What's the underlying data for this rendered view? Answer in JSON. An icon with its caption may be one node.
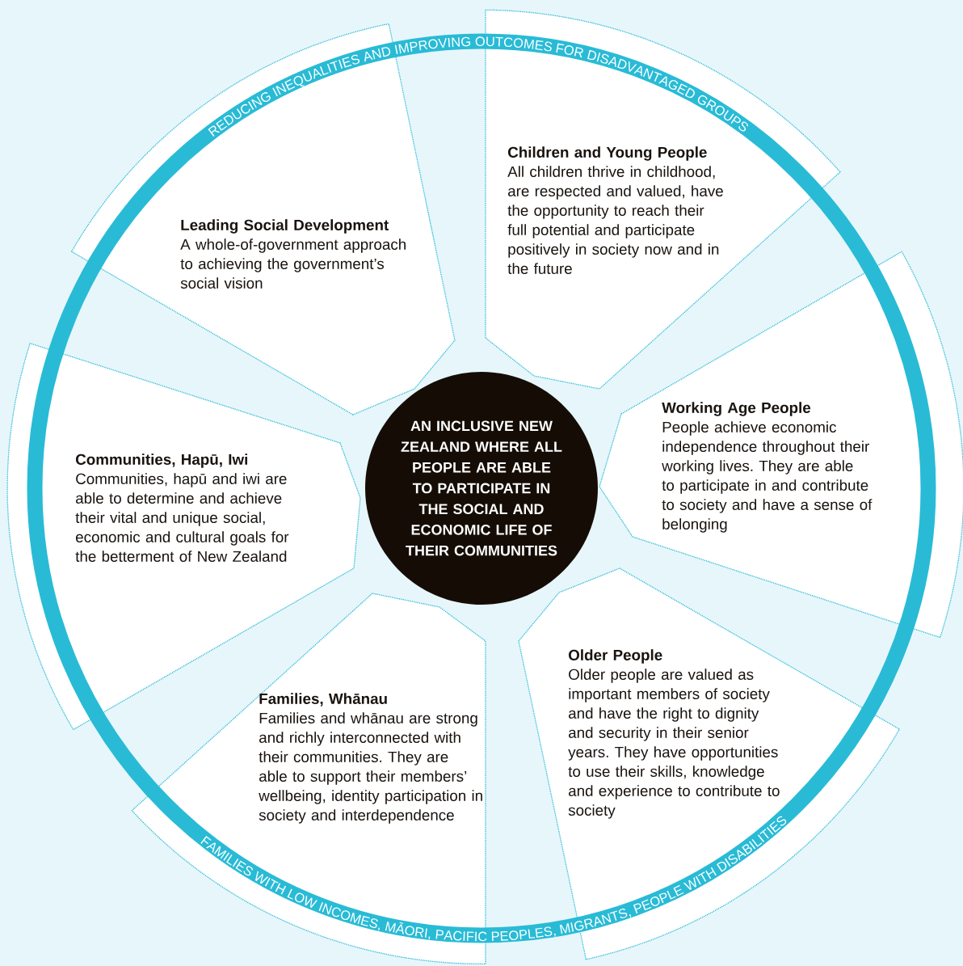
{
  "diagram": {
    "nodes": [
      {
        "text": [
          "Children and Young People",
          "All children thrive in childhood, are respected and valued, have the opportunity to reach their full potential and participate positively in society now and in the future"
        ]
      },
      {
        "text": [
          "Leading Social Development",
          "A whole-of-government approach to achieving the government’s social vision"
        ]
      },
      {
        "text": [
          "AN INCLUSIVE NEW ZEALAND WHERE ALL PEOPLE ARE ABLE TO PARTICIPATE IN THE SOCIAL AND ECONOMIC LIFE OF THEIR COMMUNITIES"
        ]
      },
      {
        "text": [
          "Working Age People",
          "People achieve economic independence throughout their working lives. They are able to participate in and contribute to society and have a sense of belonging"
        ]
      },
      {
        "text": [
          "Communities, Hapū, Iwi",
          "Communities, hapū and iwi are able to determine and achieve their vital and unique social, economic and cultural goals for the betterment of New Zealand"
        ]
      },
      {
        "text": [
          "Older People",
          "Older people are valued as important members of society and have the right to dignity and security in their senior years. They have opportunities to use their skills, knowledge and experience to contribute to society"
        ]
      },
      {
        "text": [
          "Families, Whānau",
          "Families and whānau are strong and richly interconnected with their communities. They are able to support their members’ wellbeing, identity participation in society and interdependence"
        ]
      }
    ],
    "labels": [
      "REDUCING INEQUALITIES AND IMPROVING OUTCOMES FOR DISADVANTAGED GROUPS",
      "FAMILIES WITH LOW INCOMES, MĀORI, PACIFIC PEOPLES, MIGRANTS, PEOPLE WITH DISABILITIES"
    ]
  }
}
